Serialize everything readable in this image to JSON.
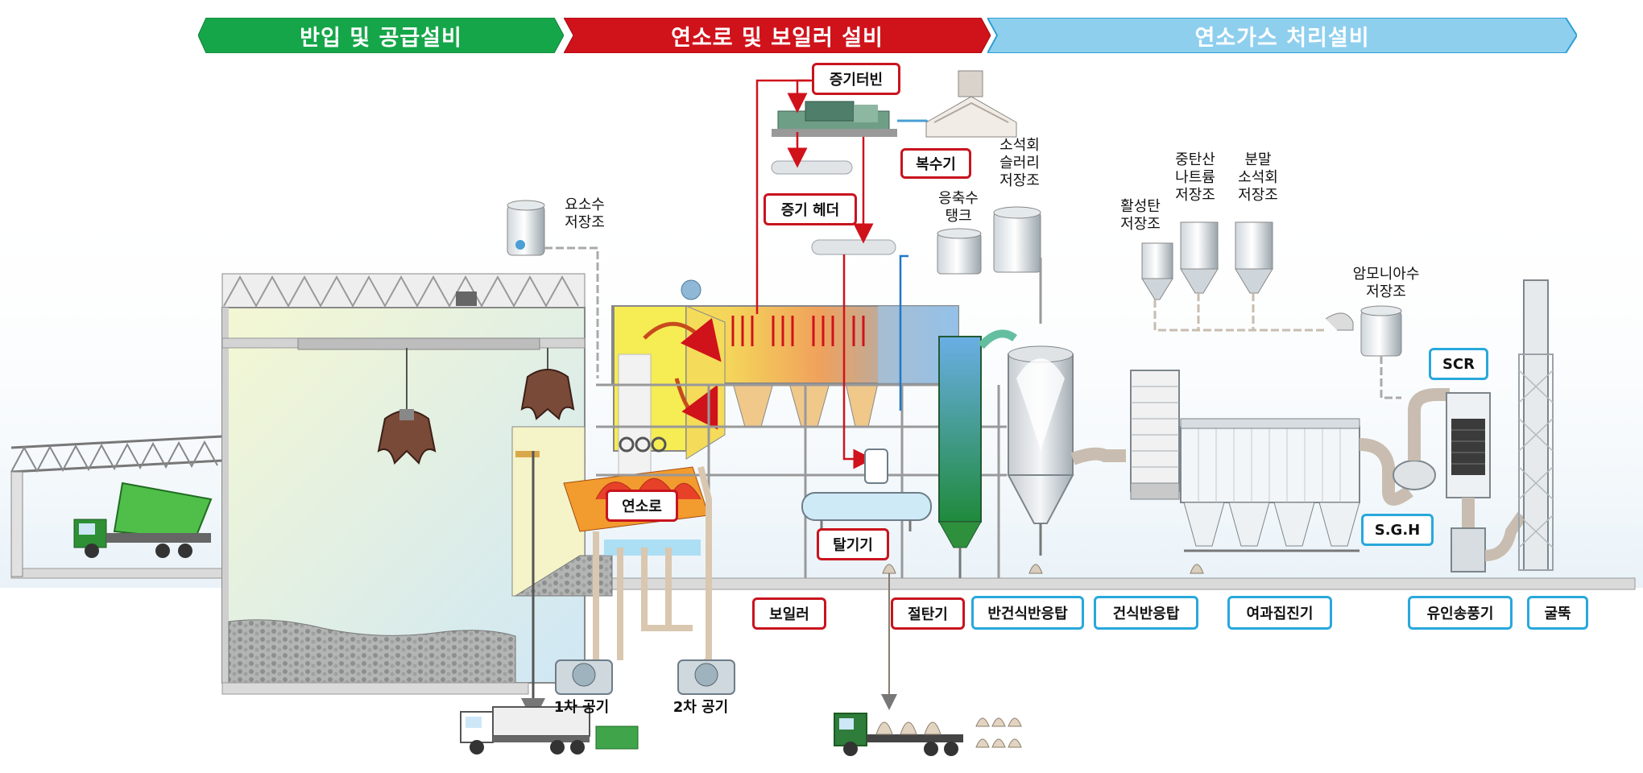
{
  "banners": [
    {
      "label": "반입 및 공급설비",
      "color": "#16a64a"
    },
    {
      "label": "연소로 및 보일러 설비",
      "color": "#d0121b"
    },
    {
      "label": "연소가스 처리설비",
      "color": "#8fcfee"
    }
  ],
  "equipment_labels": {
    "urea_tank": "요소수\n저장조",
    "condensate_tank": "응축수\n탱크",
    "lime_slurry_tank": "소석회\n슬러리\n저장조",
    "activated_carbon_tank": "활성탄\n저장조",
    "sodium_bicarbonate_tank": "중탄산\n나트륨\n저장조",
    "lime_powder_tank": "분말\n소석회\n저장조",
    "ammonia_tank": "암모니아수\n저장조",
    "primary_air": "1차 공기",
    "secondary_air": "2차 공기"
  },
  "red_boxes": {
    "steam_turbine": "증기터빈",
    "condenser": "복수기",
    "steam_header": "증기 헤더",
    "incinerator": "연소로",
    "deaerator": "탈기기",
    "boiler": "보일러",
    "economizer": "절탄기"
  },
  "blue_boxes": {
    "semi_dry_reactor": "반건식반응탑",
    "dry_reactor": "건식반응탑",
    "bag_filter": "여과집진기",
    "scr": "SCR",
    "sgh": "S.G.H",
    "id_fan": "유인송풍기",
    "stack": "굴뚝"
  },
  "colors": {
    "red_box_border": "#c8141e",
    "blue_box_border": "#29a8dc",
    "flow_arrow": "#d0121b"
  }
}
